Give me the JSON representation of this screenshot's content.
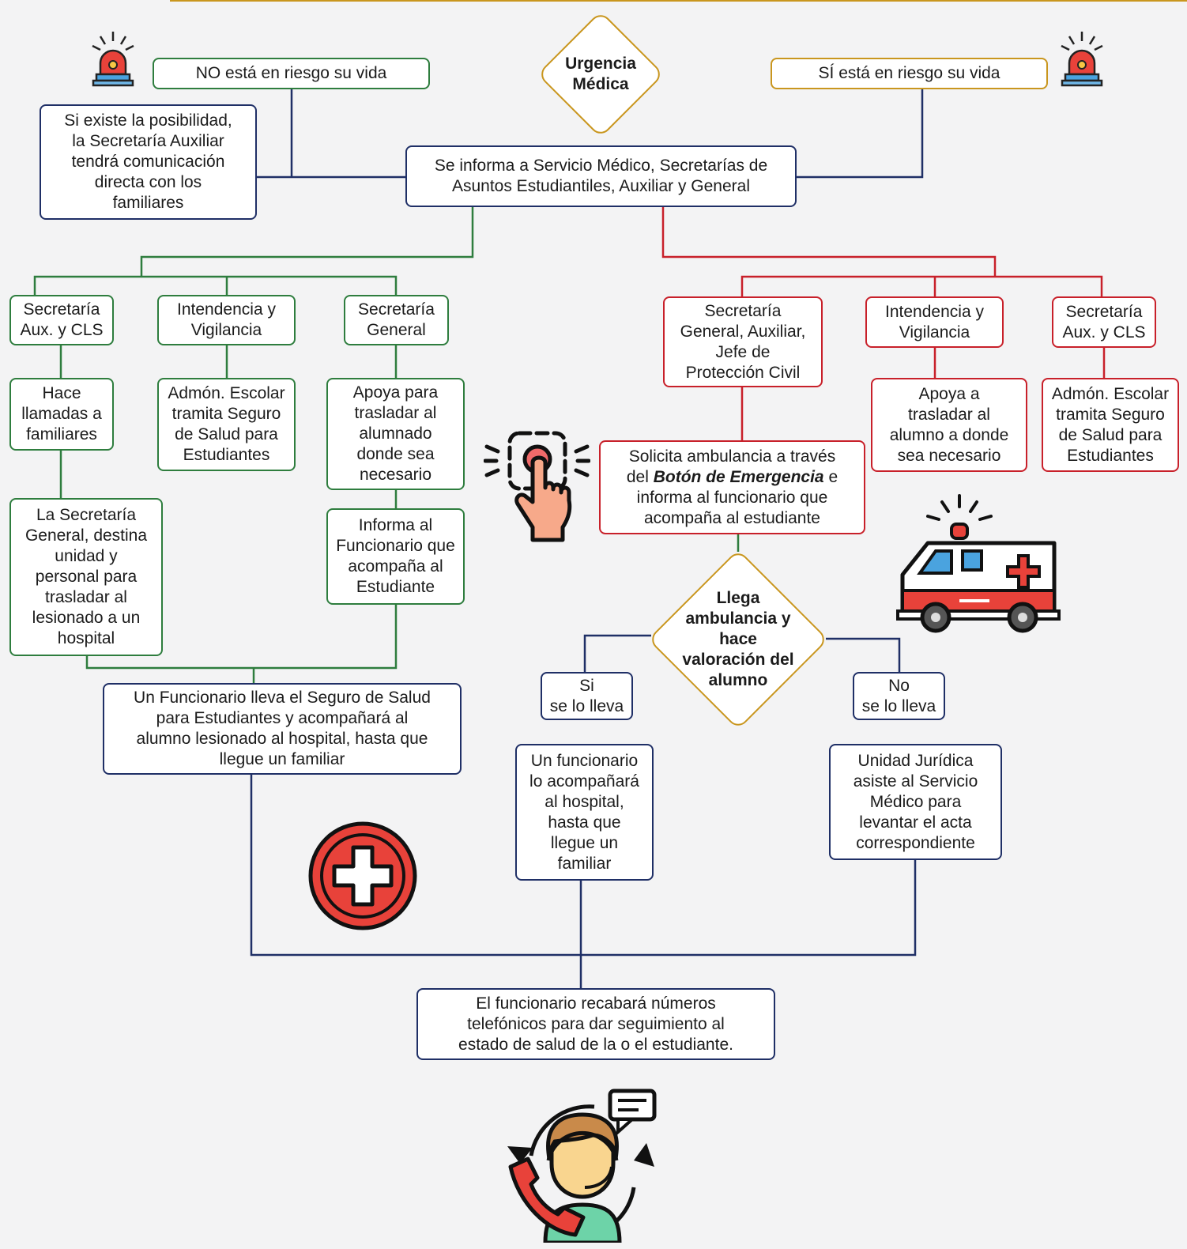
{
  "title": "Urgencia\nMédica",
  "no_riesgo": "NO está en riesgo su vida",
  "si_riesgo": "SÍ está en riesgo su vida",
  "posibilidad": "Si existe la posibilidad,\nla Secretaría Auxiliar\ntendrá comunicación\ndirecta con los\nfamiliares",
  "informa": "Se informa a Servicio Médico, Secretarías de\nAsuntos Estudiantiles, Auxiliar y General",
  "left": {
    "sec_aux": "Secretaría\nAux. y CLS",
    "intendencia": "Intendencia y\nVigilancia",
    "sec_general": "Secretaría\nGeneral",
    "hace_llamadas": "Hace\nllamadas a\nfamiliares",
    "admon": "Admón. Escolar\ntramita Seguro\nde Salud para\nEstudiantes",
    "apoya": "Apoya para\ntrasladar al\nalumnado\ndonde sea\nnecesario",
    "destina": "La Secretaría\nGeneral, destina\nunidad y\npersonal para\ntrasladar al\nlesionado a un\nhospital",
    "informa_func": "Informa al\nFuncionario que\nacompaña al\nEstudiante",
    "funcionario_lleva": "Un Funcionario lleva el Seguro de Salud\npara Estudiantes y acompañará al\nalumno lesionado al hospital, hasta que\nllegue un familiar"
  },
  "right": {
    "sec_general": "Secretaría\nGeneral, Auxiliar,\nJefe de\nProtección Civil",
    "intendencia": "Intendencia y\nVigilancia",
    "sec_aux": "Secretaría\nAux. y CLS",
    "apoya": "Apoya a\ntrasladar al\nalumno a donde\nsea necesario",
    "admon": "Admón. Escolar\ntramita Seguro\nde Salud para\nEstudiantes",
    "solicita_1": "Solicita ambulancia a través\ndel ",
    "solicita_bold": "Botón de Emergencia",
    "solicita_2": " e\ninforma al funcionario que\nacompaña al estudiante",
    "llega": "Llega\nambulancia y\nhace\nvaloración del\nalumno",
    "si_lleva": "Si\nse lo lleva",
    "no_lleva": "No\nse lo lleva",
    "acompanara": "Un funcionario\nlo acompañará\nal hospital,\nhasta que\nllegue un\nfamiliar",
    "juridica": "Unidad Jurídica\nasiste al Servicio\nMédico para\nlevantar el acta\ncorrespondiente"
  },
  "final": "El funcionario recabará números\ntelefónicos para dar seguimiento al\nestado de salud de la o el estudiante.",
  "colors": {
    "green": "#2e7d3e",
    "red": "#c8202a",
    "navy": "#1f2f66",
    "gold": "#c9961e"
  },
  "icons": [
    "siren-icon",
    "emergency-button-icon",
    "ambulance-icon",
    "medical-cross-icon",
    "call-center-icon"
  ]
}
